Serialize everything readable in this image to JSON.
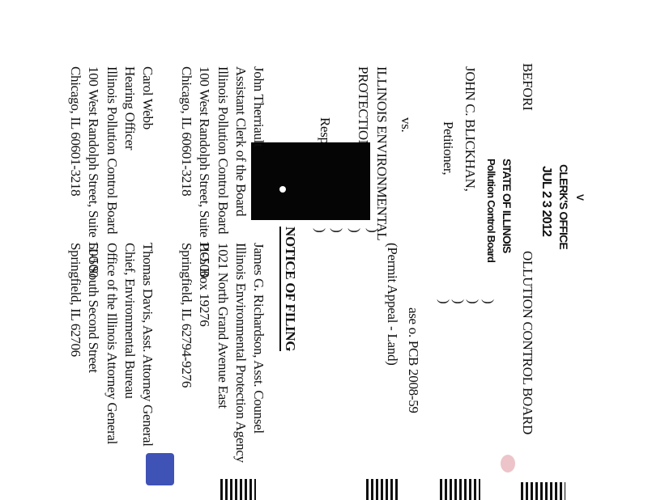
{
  "header": {
    "before": "BEFORI",
    "board": "OLLUTION CONTROL BOARD",
    "stamp_date": "JUL 2 3 2012",
    "stamp_office": "CLERK'S OFFICE",
    "stamp_mark": "V",
    "stamp_state": "STATE OF ILLINOIS",
    "stamp_board": "Pollution Control Board"
  },
  "caption": {
    "petitioner_name": "JOHN C. BLICKHAN,",
    "petitioner_label": "Petitioner,",
    "vs": "vs.",
    "respondent_line1": "ILLINOIS ENVIRONMENTAL",
    "respondent_line2": "PROTECTION AGEN",
    "respondent_label": "Respon",
    "case_no": "ase o. PCB 2008-59",
    "case_type": "(Permit Appeal - Land)",
    "paren": ")"
  },
  "title": "NOTICE OF FILING",
  "service_list": [
    [
      "John Therriault",
      "Assistant Clerk of the Board",
      "Illinois Pollution Control Board",
      "100 West Randolph Street, Suite 11-500",
      "Chicago, IL 60601-3218"
    ],
    [
      "Carol Webb",
      "Hearing Officer",
      "Illinois Pollution Control Board",
      "100 West Randolph Street, Suite 11-500",
      "Chicago, IL 60601-3218"
    ],
    [
      "James G. Richardson, Asst. Counsel",
      "Illinois Environmental Protection Agency",
      "1021 North Grand Avenue East",
      "P.O. Box 19276",
      "Springfield, IL 62794-9276"
    ],
    [
      "Thomas Davis, Asst. Attorney General",
      "Chief, Environmental Bureau",
      "Office of the Illinois Attorney General",
      "500 South Second Street",
      "Springfield, IL 62706"
    ]
  ],
  "colors": {
    "ink": "#111111",
    "redaction": "#050505",
    "scan_blue": "#2a3fae",
    "scan_red": "#d98a93"
  }
}
